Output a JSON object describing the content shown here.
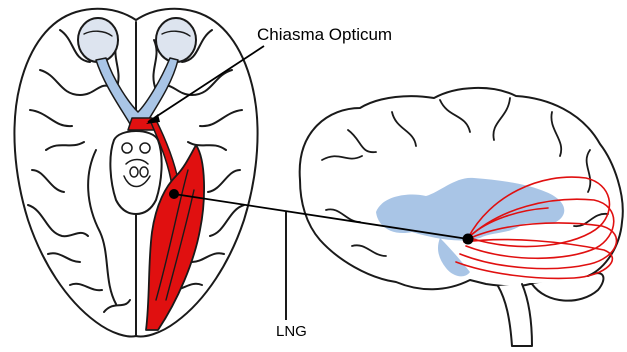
{
  "labels": {
    "chiasma": "Chiasma Opticum",
    "lng": "LNG"
  },
  "colors": {
    "outline": "#1a1a1a",
    "visual_pathway": "#e01010",
    "ventricles": "#a9c5e6",
    "eyeball": "#dde4ef",
    "background": "#ffffff"
  },
  "icons": {
    "left_figure": "brain-ventral-view-illustration",
    "right_figure": "brain-sagittal-view-illustration",
    "marker": "black-dot-marker"
  }
}
